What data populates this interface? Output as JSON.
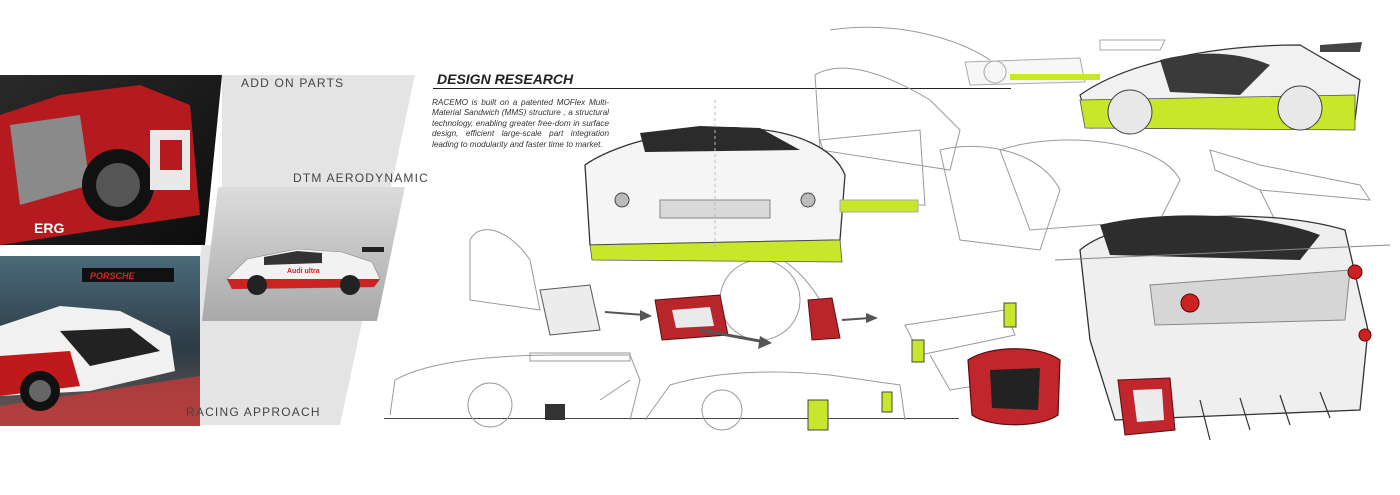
{
  "labels": {
    "add_on_parts": "ADD ON PARTS",
    "dtm_aerodynamic": "DTM AERODYNAMIC",
    "racing_approach": "RACING APPROACH"
  },
  "research": {
    "title": "DESIGN RESEARCH",
    "body": "RACEMO is built on a patented MOFlex Multi-Material Sandwich (MMS) structure , a structural technology, enabling greater free-dom in surface design, efficient large-scale part integration leading to modularity and faster time to market."
  },
  "photos": {
    "top_car_text": "ERG",
    "porsche_text": "PORSCHE",
    "audi_text": "Audi ultra"
  },
  "colors": {
    "accent_lime": "#c8e62a",
    "part_red": "#b8262c",
    "panel_grey": "#e6e6e6"
  }
}
